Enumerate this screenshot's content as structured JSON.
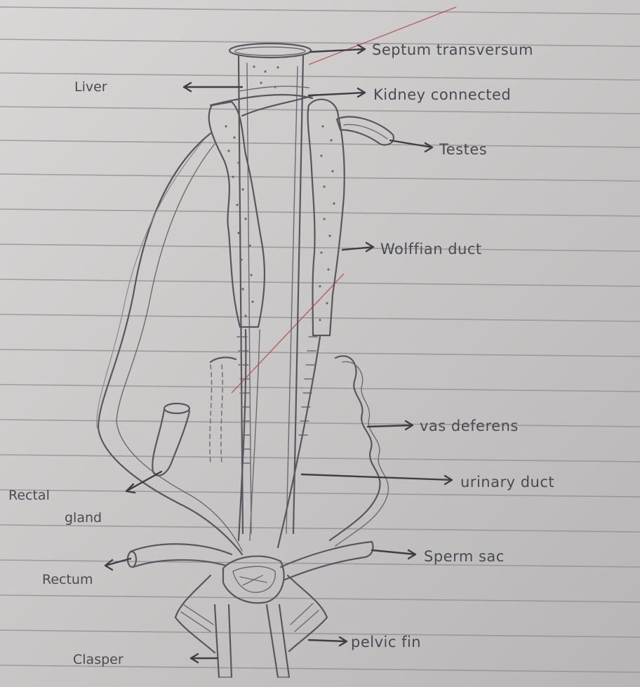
{
  "heading": "",
  "labels": {
    "septum_transversum": "Septum transversum",
    "liver": "Liver",
    "kidney_connection": "Kidney connected",
    "testes": "Testes",
    "wolffian_duct": "Wolffian duct",
    "vas_deferens": "vas deferens",
    "urinary_duct": "urinary duct",
    "rectal_gland_line1": "Rectal",
    "rectal_gland_line2": "gland",
    "sperm_sac": "Sperm sac",
    "rectum": "Rectum",
    "clasper": "Clasper",
    "pelvic_fin": "pelvic fin"
  },
  "colors": {
    "paper": "#c9c7c6",
    "ruling": "#8e8c90",
    "pencil": "#59575e",
    "red_margin": "#b04848"
  }
}
